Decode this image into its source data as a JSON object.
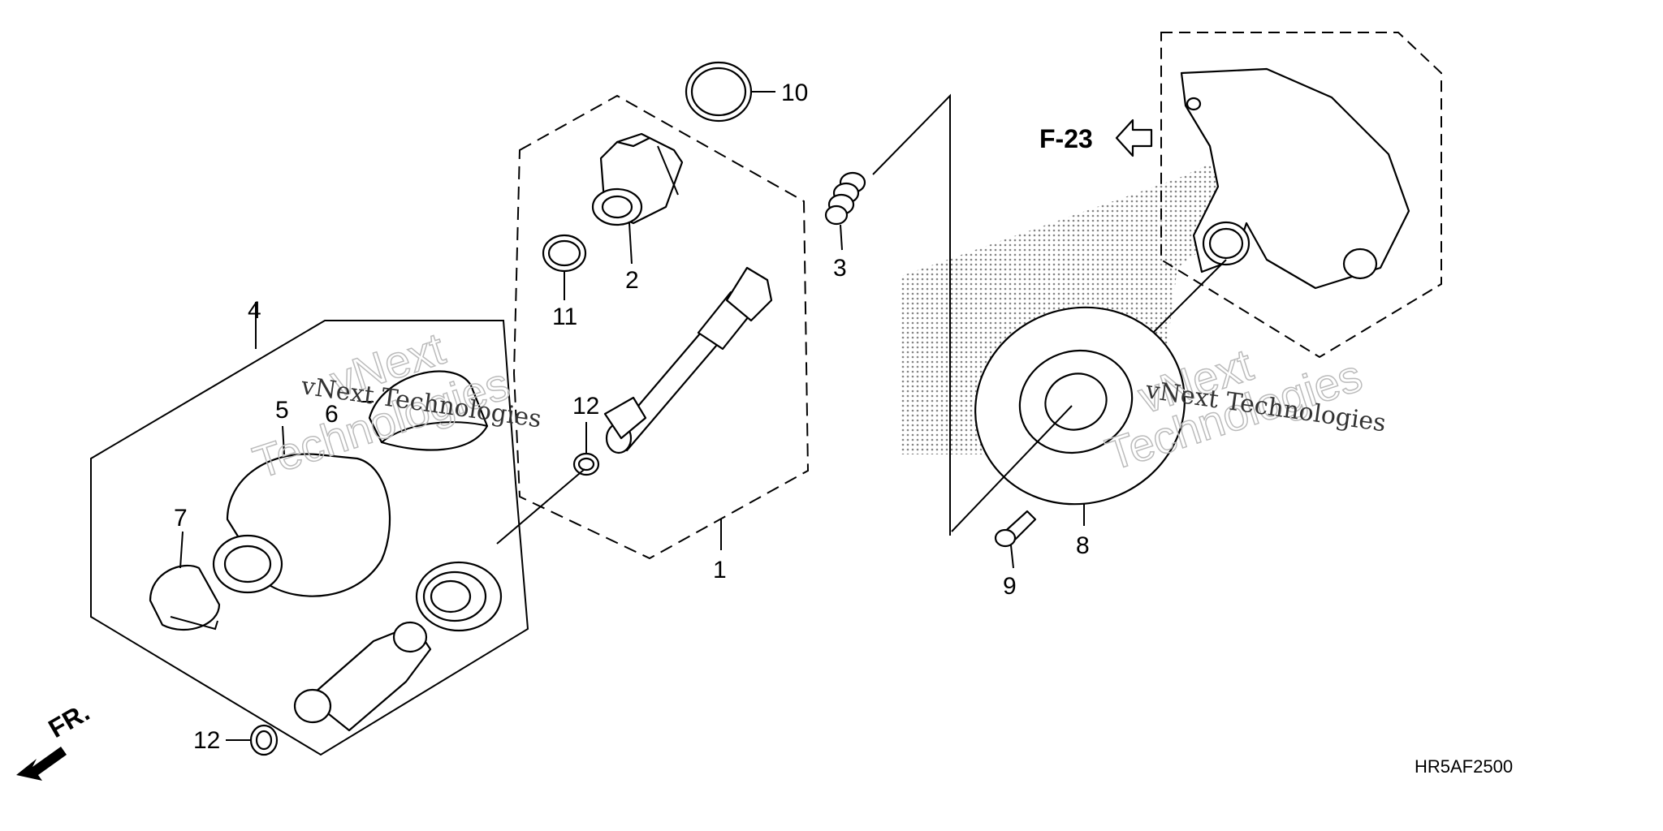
{
  "diagram_code": "HR5AF2500",
  "references": {
    "front": "FR.",
    "section": "F-23"
  },
  "watermark": {
    "company": "vNext Technologies",
    "line1": "vNext",
    "line2": "Technologies"
  },
  "callouts": [
    "1",
    "2",
    "3",
    "4",
    "5",
    "6",
    "7",
    "8",
    "9",
    "10",
    "11",
    "12",
    "12"
  ]
}
